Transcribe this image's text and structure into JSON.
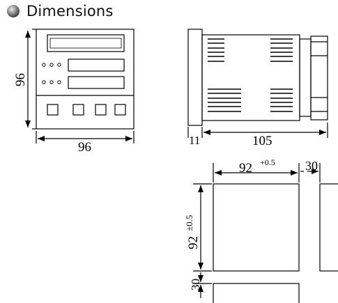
{
  "header": {
    "title": "Dimensions",
    "bullet_icon": "round-bullet-icon"
  },
  "front_view": {
    "height_label": "96",
    "width_label": "96"
  },
  "side_view": {
    "bezel_label": "11",
    "depth_label": "105"
  },
  "panel_cutout": {
    "width_label": "92",
    "width_tolerance": "+0.5",
    "height_label": "92",
    "height_tolerance": "±0.5",
    "horizontal_spacing": "30",
    "vertical_spacing": "30"
  },
  "colors": {
    "line": "#000000",
    "background": "#ffffff"
  }
}
